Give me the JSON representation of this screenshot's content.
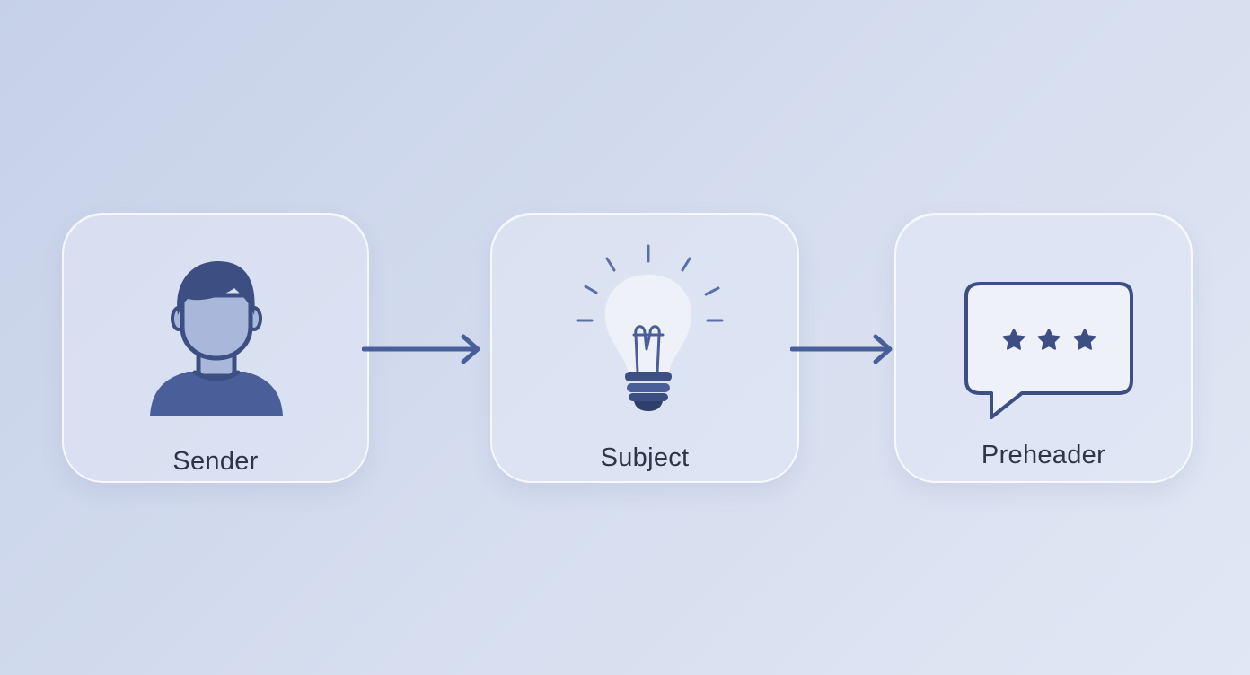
{
  "colors": {
    "accent": "#4a5f9a",
    "icon_dark": "#3d4f82",
    "label_text": "#2f3447"
  },
  "steps": [
    {
      "label": "Sender",
      "icon": "person-icon"
    },
    {
      "label": "Subject",
      "icon": "lightbulb-icon"
    },
    {
      "label": "Preheader",
      "icon": "chat-bubble-stars-icon"
    }
  ],
  "connectors": [
    {
      "from": "Sender",
      "to": "Subject",
      "icon": "arrow-right-icon"
    },
    {
      "from": "Subject",
      "to": "Preheader",
      "icon": "arrow-right-icon"
    }
  ]
}
